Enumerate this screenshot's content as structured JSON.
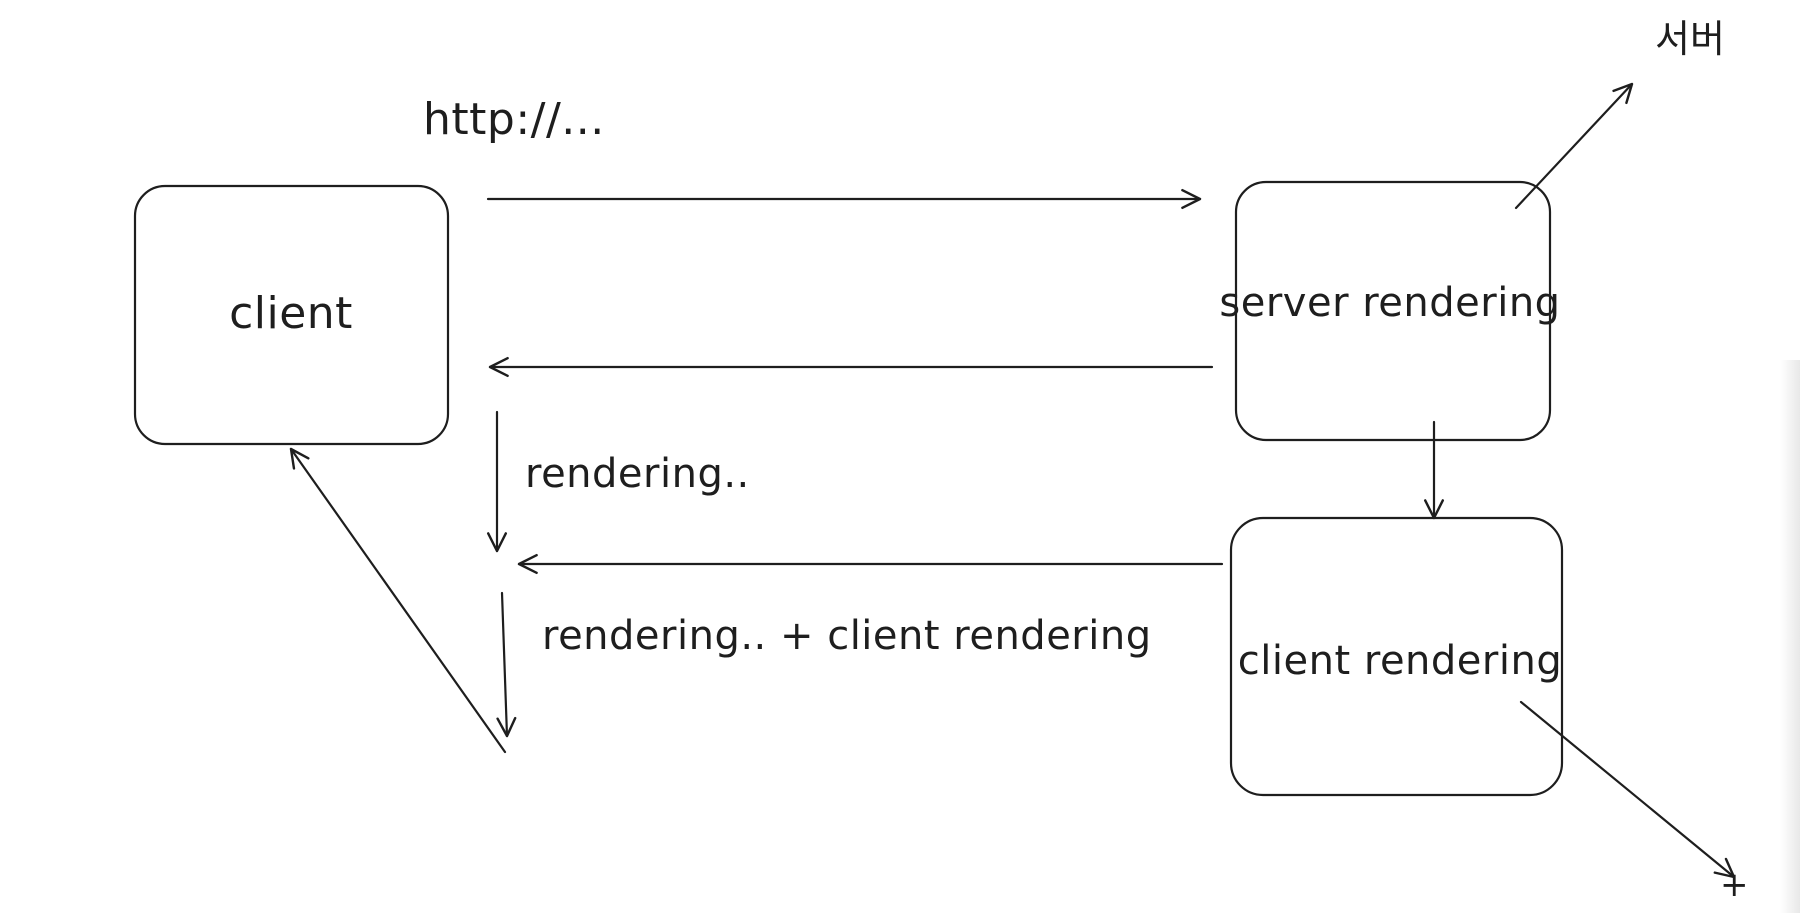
{
  "diagram": {
    "nodes": {
      "client": {
        "label": "client"
      },
      "server_rendering": {
        "label": "server rendering"
      },
      "client_rendering": {
        "label": "client rendering"
      }
    },
    "annotations": {
      "http": "http://...",
      "server_kr": "서버",
      "rendering_1": "rendering..",
      "rendering_2": "rendering.. + client rendering",
      "plus": "+"
    }
  }
}
